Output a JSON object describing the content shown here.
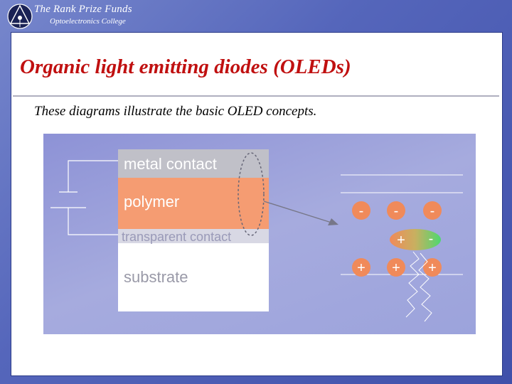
{
  "header": {
    "org_name": "The Rank Prize Funds",
    "org_sub": "Optoelectronics College"
  },
  "slide": {
    "title": "Organic light emitting diodes (OLEDs)",
    "caption": "These diagrams illustrate the basic OLED concepts."
  },
  "diagram": {
    "layers": {
      "metal": "metal contact",
      "polymer": "polymer",
      "transparent": "transparent contact",
      "substrate": "substrate"
    },
    "charges": {
      "minus": "-",
      "plus": "+"
    }
  },
  "colors": {
    "title": "#c01010",
    "metal": "#c0c0c8",
    "polymer": "#f59c72",
    "transparent": "#d8d8e4",
    "charge_orange": "#f08a5a"
  }
}
